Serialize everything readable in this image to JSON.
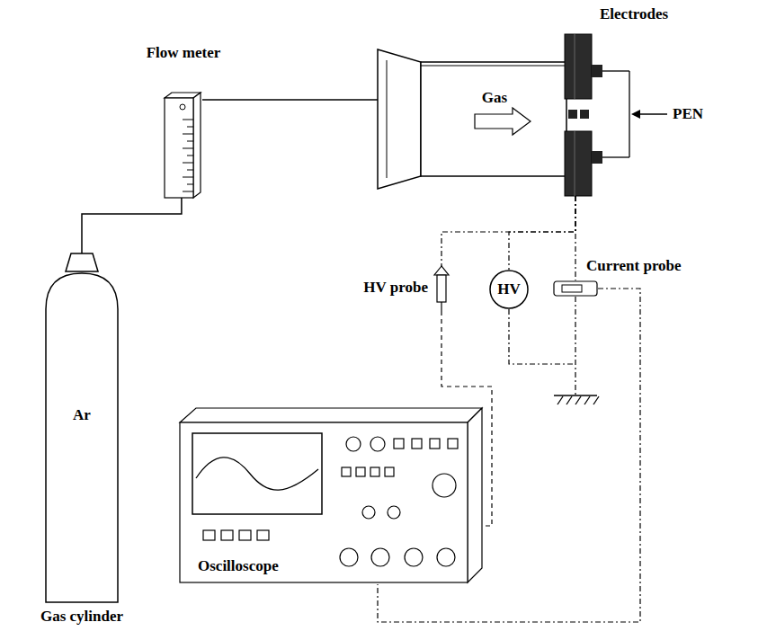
{
  "diagram": {
    "nodes": [
      {
        "text": [
          "Ar",
          "Gas cylinder"
        ]
      },
      {
        "text": [
          "Flow meter"
        ]
      },
      {
        "text": [
          "Gas"
        ]
      },
      {
        "text": [
          "Electrodes"
        ]
      },
      {
        "text": [
          "HV probe"
        ]
      },
      {
        "text": [
          "HV"
        ]
      },
      {
        "text": [
          "Current probe"
        ]
      },
      {
        "text": [
          "Oscilloscope"
        ]
      }
    ],
    "edges": [
      {
        "from": 0,
        "to": 1,
        "arrow": "none"
      },
      {
        "from": 1,
        "to": 2,
        "arrow": "none"
      },
      {
        "from": 3,
        "to": 4,
        "arrow": "none"
      },
      {
        "from": 3,
        "to": 5,
        "arrow": "none"
      },
      {
        "from": 3,
        "to": 6,
        "arrow": "none"
      },
      {
        "from": 4,
        "to": 7,
        "arrow": "none"
      },
      {
        "from": 6,
        "to": 7,
        "arrow": "none"
      }
    ],
    "labels": [
      "PEN"
    ]
  }
}
